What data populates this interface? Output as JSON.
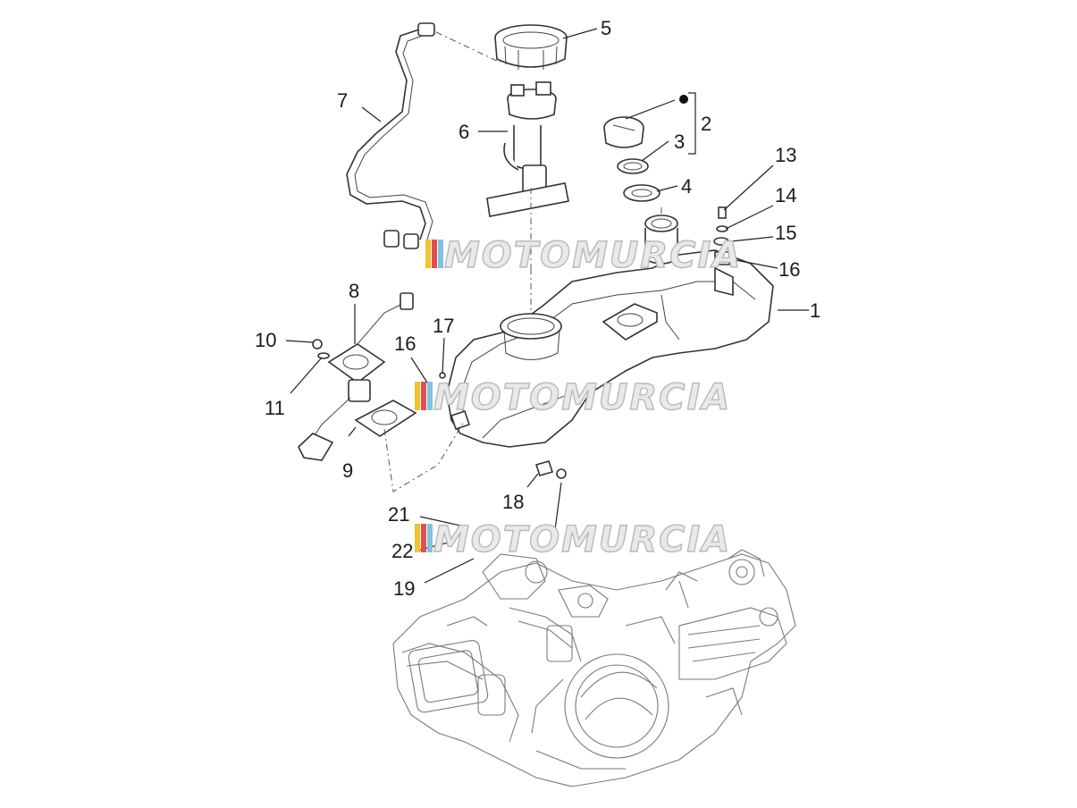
{
  "watermark": {
    "text": "MOTOMURCIA",
    "colors": [
      "#f2c230",
      "#e05050",
      "#7fc3e0",
      "#9bd07a"
    ]
  },
  "callouts": [
    {
      "id": "c1",
      "label": "1"
    },
    {
      "id": "c2",
      "label": "2"
    },
    {
      "id": "c3",
      "label": "3"
    },
    {
      "id": "c4",
      "label": "4"
    },
    {
      "id": "c5",
      "label": "5"
    },
    {
      "id": "c6",
      "label": "6"
    },
    {
      "id": "c7",
      "label": "7"
    },
    {
      "id": "c8",
      "label": "8"
    },
    {
      "id": "c9",
      "label": "9"
    },
    {
      "id": "c10",
      "label": "10"
    },
    {
      "id": "c11",
      "label": "11"
    },
    {
      "id": "c13",
      "label": "13"
    },
    {
      "id": "c14",
      "label": "14"
    },
    {
      "id": "c15",
      "label": "15"
    },
    {
      "id": "c16a",
      "label": "16"
    },
    {
      "id": "c16b",
      "label": "16"
    },
    {
      "id": "c17",
      "label": "17"
    },
    {
      "id": "c18",
      "label": "18"
    },
    {
      "id": "c19",
      "label": "19"
    },
    {
      "id": "c21",
      "label": "21"
    },
    {
      "id": "c22",
      "label": "22"
    }
  ]
}
